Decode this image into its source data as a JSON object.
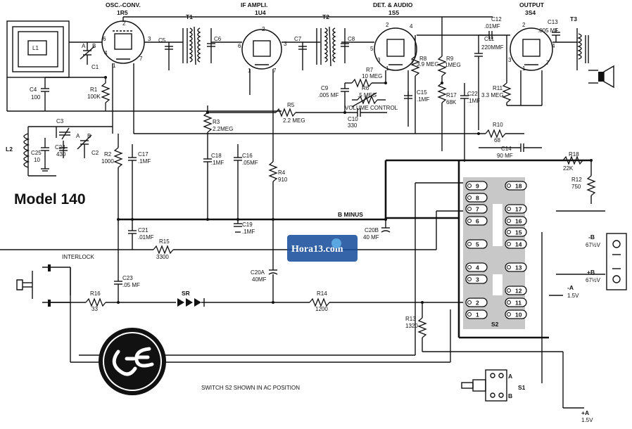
{
  "title": "Model 140",
  "note": "SWITCH S2 SHOWN IN AC POSITION",
  "watermark": "Hora13.com",
  "tubes": [
    {
      "func": "OSC.-CONV.",
      "type": "1R5"
    },
    {
      "func": "IF AMPLI.",
      "type": "1U4"
    },
    {
      "func": "DET. & AUDIO",
      "type": "1S5"
    },
    {
      "func": "OUTPUT",
      "type": "3S4"
    }
  ],
  "components": {
    "L1": "L1",
    "L2": "L2",
    "T1": "T1",
    "T2": "T2",
    "T3": "T3",
    "C1": "C1",
    "C2": "C2",
    "C3": "C3",
    "C4": "C4",
    "C4v": "100",
    "C5": "C5",
    "C6": "C6",
    "C7": "C7",
    "C8": "C8",
    "C9": "C9",
    "C9v": ".005 MF",
    "C10": "C10",
    "C10v": "330",
    "C11": "C11",
    "C11v": "220MMF",
    "C12": "C12",
    "C12v": ".01MF",
    "C13": "C13",
    "C13v": ".005 MF",
    "C14": "C14",
    "C14v": "90 MF",
    "C15": "C15",
    "C15v": ".1MF",
    "C16": "C16",
    "C16v": ".05MF",
    "C17": "C17",
    "C17v": ".1MF",
    "C18": "C18",
    "C18v": ".1MF",
    "C19": "C19",
    "C19v": ".1MF",
    "C20A": "C20A",
    "C20Av": "40MF",
    "C20B": "C20B",
    "C20Bv": "40 MF",
    "C21": "C21",
    "C21v": ".01MF",
    "C22": "C22",
    "C22v": ".1MF",
    "C23": "C23",
    "C23v": ".05 MF",
    "C24": "C24",
    "C24v": "430",
    "C25": "C25",
    "C25v": "10",
    "R1": "R1",
    "R1v": "100K",
    "R2": "R2",
    "R2v": "1000",
    "R3": "R3",
    "R3v": "2.2MEG",
    "R4": "R4",
    "R4v": "910",
    "R5": "R5",
    "R5v": "2.2 MEG",
    "R6": "R6",
    "R6v": ".5 MEG",
    "R7": "R7",
    "R7v": "10 MEG",
    "R8": "R8",
    "R8v": "3.9 MEG",
    "R9": "R9",
    "R9v": "1MEG",
    "R10": "R10",
    "R10v": "68",
    "R11": "R11",
    "R11v": "3.3 MEG",
    "R12": "R12",
    "R12v": "750",
    "R13": "R13",
    "R13v": "1320",
    "R14": "R14",
    "R14v": "1200",
    "R15": "R15",
    "R15v": "3300",
    "R16": "R16",
    "R16v": "33",
    "R17": "R17",
    "R17v": "68K",
    "R18": "R18",
    "R18v": "22K",
    "SR": "SR",
    "S1": "S1",
    "S2": "S2",
    "volume": "VOLUME CONTROL",
    "bminus": "B MINUS",
    "interlock": "INTERLOCK"
  },
  "switch_contacts": [
    "1",
    "2",
    "3",
    "4",
    "5",
    "6",
    "7",
    "8",
    "9",
    "10",
    "11",
    "12",
    "13",
    "14",
    "15",
    "16",
    "17",
    "18"
  ],
  "batteries": {
    "b_minus": "-B",
    "b_minus_v": "67½V",
    "b_plus": "+B",
    "b_plus_v": "67½V",
    "a_minus": "-A",
    "a_minus_v": "1.5V",
    "a_plus": "+A",
    "a_plus_v": "1.5V"
  },
  "switch_s1": [
    "A",
    "B"
  ],
  "pins": [
    "1",
    "2",
    "3",
    "4",
    "5",
    "6",
    "7"
  ],
  "cap_ab": [
    "A",
    "B"
  ]
}
